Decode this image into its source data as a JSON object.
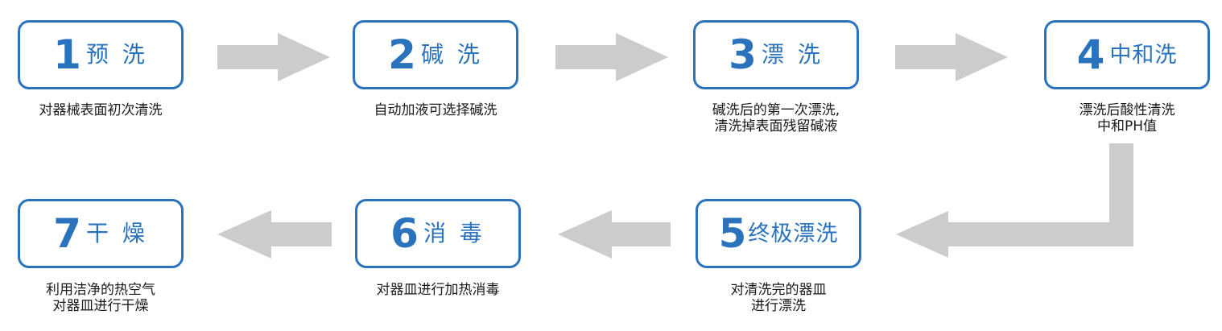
{
  "steps": [
    {
      "num": "1",
      "name": "预 洗",
      "desc": [
        "对器械表面初次清洗"
      ]
    },
    {
      "num": "2",
      "name": "碱 洗",
      "desc": [
        "自动加液可选择碱洗"
      ]
    },
    {
      "num": "3",
      "name": "漂 洗",
      "desc": [
        "碱洗后的第一次漂洗,",
        "清洗掉表面残留碱液"
      ]
    },
    {
      "num": "4",
      "name": "中和洗",
      "desc": [
        "漂洗后酸性清洗",
        "中和PH值"
      ]
    },
    {
      "num": "5",
      "name": "终极漂洗",
      "desc": [
        "对清洗完的器皿",
        "进行漂洗"
      ]
    },
    {
      "num": "6",
      "name": "消 毒",
      "desc": [
        "对器皿进行加热消毒"
      ]
    },
    {
      "num": "7",
      "name": "干 燥",
      "desc": [
        "利用洁净的热空气",
        "对器皿进行干燥"
      ]
    }
  ],
  "colors": {
    "border": "#2a73bc",
    "arrow": "#cccccc",
    "text": "#1a1a1a"
  }
}
